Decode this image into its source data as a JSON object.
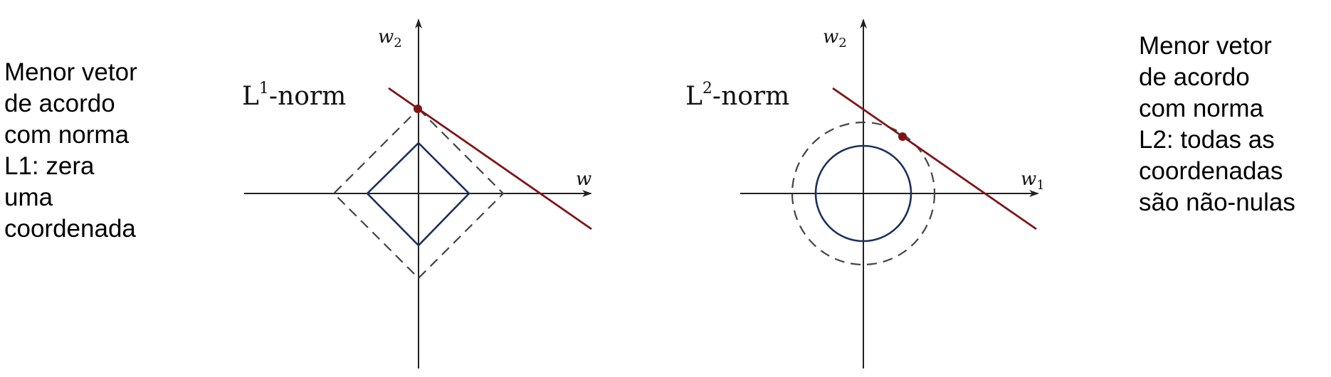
{
  "left_note": {
    "lines": [
      "Menor vetor",
      "de acordo",
      "com norma",
      "L1: zera",
      "uma",
      "coordenada"
    ]
  },
  "right_note": {
    "lines": [
      "Menor vetor",
      "de acordo",
      "com norma",
      "L2: todas as",
      "coordenadas",
      "são não-nulas"
    ]
  },
  "left_panel": {
    "norm_base": "L",
    "norm_exp": "1",
    "norm_suffix": "-norm",
    "x_axis": "w",
    "y_axis_base": "w",
    "y_axis_sub": "2"
  },
  "right_panel": {
    "norm_base": "L",
    "norm_exp": "2",
    "norm_suffix": "-norm",
    "x_axis_base": "w",
    "x_axis_sub": "1",
    "y_axis_base": "w",
    "y_axis_sub": "2"
  },
  "colors": {
    "constraint_line": "#7f1416",
    "norm_ball": "#1c2f5c",
    "dashed_ball": "#444444",
    "axis": "#222222"
  }
}
